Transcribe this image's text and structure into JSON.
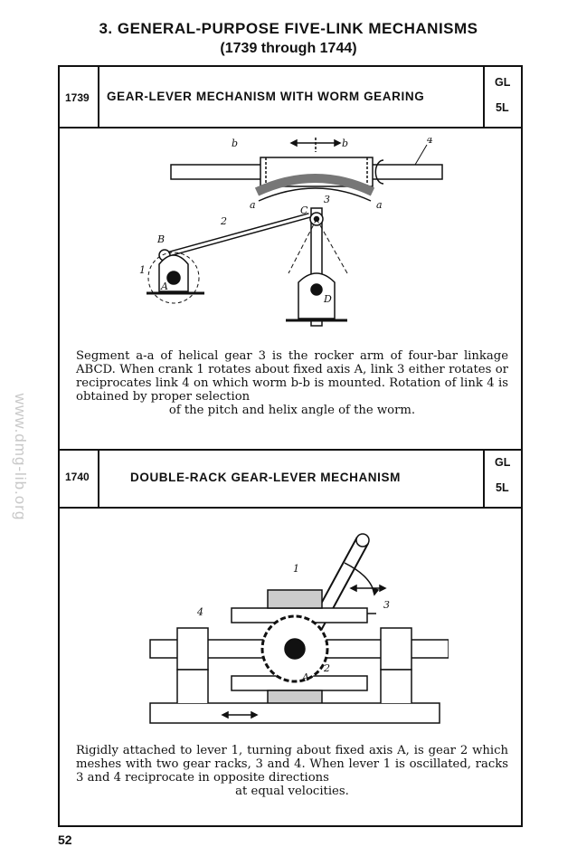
{
  "header": {
    "title": "3. GENERAL-PURPOSE FIVE-LINK MECHANISMS",
    "subtitle": "(1739 through 1744)"
  },
  "watermark": "www.dmg-lib.org",
  "page_number": "52",
  "entries": [
    {
      "number": "1739",
      "title": "GEAR-LEVER MECHANISM WITH WORM GEARING",
      "code_top": "GL",
      "code_bottom": "5L",
      "figure_labels": [
        "b",
        "b",
        "4",
        "a",
        "a",
        "3",
        "C",
        "2",
        "B",
        "1",
        "A",
        "D"
      ],
      "description": "Segment a-a of helical gear 3 is the rocker arm of four-bar linkage ABCD. When crank 1 rotates about fixed axis A, link 3 either rotates or reciprocates link 4 on which worm b-b is mounted. Rotation of link 4 is obtained by proper selection",
      "description_last": "of the pitch and helix angle of the worm."
    },
    {
      "number": "1740",
      "title": "DOUBLE-RACK GEAR-LEVER MECHANISM",
      "code_top": "GL",
      "code_bottom": "5L",
      "figure_labels": [
        "1",
        "4",
        "3",
        "A",
        "2"
      ],
      "description": "Rigidly attached to lever 1, turning about fixed axis A, is gear 2 which meshes with two gear racks, 3 and 4. When lever 1 is oscillated, racks 3 and 4 reciprocate in opposite directions",
      "description_last": "at equal velocities."
    }
  ]
}
